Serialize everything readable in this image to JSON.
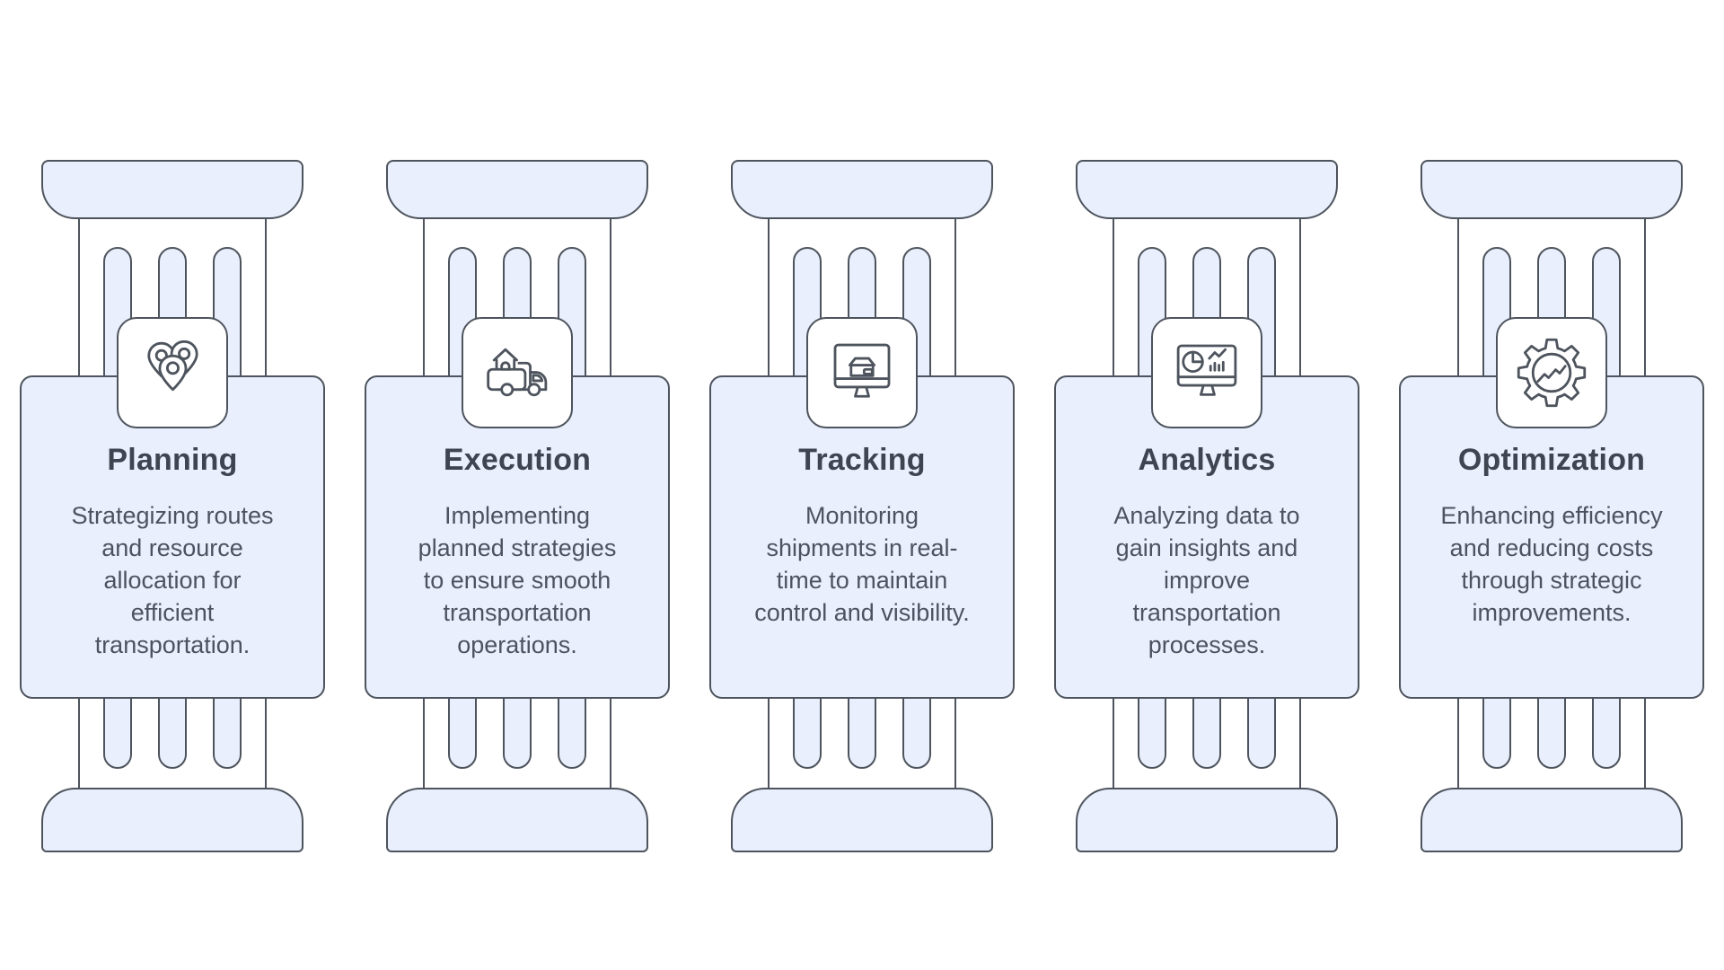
{
  "page": {
    "background": "#ffffff"
  },
  "colors": {
    "card_fill": "#e9effc",
    "outline": "#4e545d",
    "title_text": "#3e4551",
    "description_text": "#4b5363",
    "icon_badge_fill": "#ffffff"
  },
  "pillars": [
    {
      "id": "planning",
      "icon": "map-pins-icon",
      "title": "Planning",
      "description": "Strategizing routes\nand resource\nallocation for\nefficient\ntransportation."
    },
    {
      "id": "execution",
      "icon": "house-truck-icon",
      "title": "Execution",
      "description": "Implementing\nplanned strategies\nto ensure smooth\ntransportation\noperations."
    },
    {
      "id": "tracking",
      "icon": "monitor-package-icon",
      "title": "Tracking",
      "description": "Monitoring\nshipments in real-\ntime to maintain\ncontrol and visibility."
    },
    {
      "id": "analytics",
      "icon": "analytics-dashboard-icon",
      "title": "Analytics",
      "description": "Analyzing data to\ngain insights and\nimprove\ntransportation\nprocesses."
    },
    {
      "id": "optimization",
      "icon": "gear-growth-icon",
      "title": "Optimization",
      "description": "Enhancing efficiency\nand reducing costs\nthrough strategic\nimprovements."
    }
  ]
}
